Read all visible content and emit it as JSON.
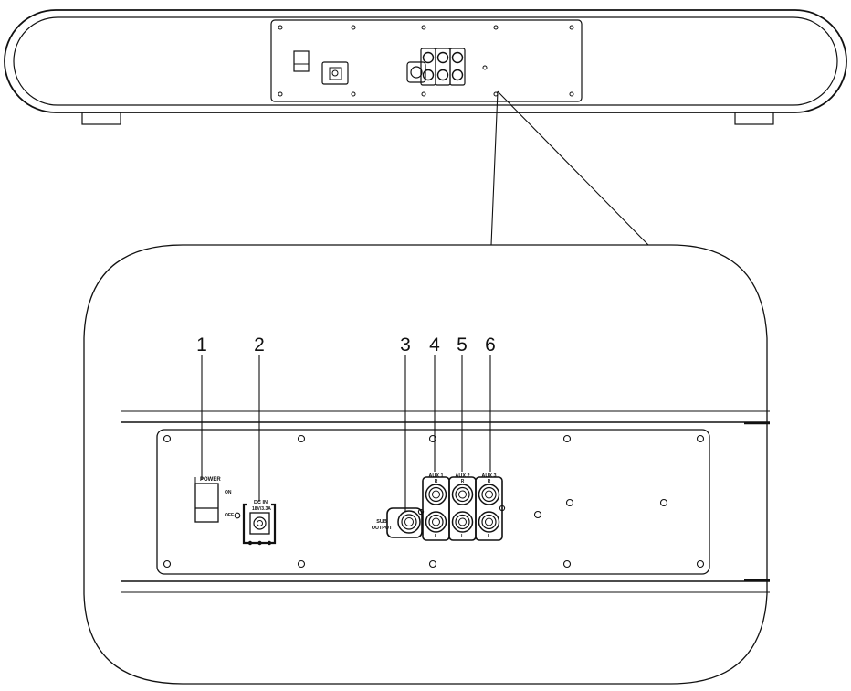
{
  "callouts": [
    "1",
    "2",
    "3",
    "4",
    "5",
    "6"
  ],
  "labels": {
    "power": "POWER",
    "on": "ON",
    "off": "OFF",
    "dc_in_line1": "DC IN",
    "dc_in_line2": "18V/3.3A",
    "sub_line1": "SUB",
    "sub_line2": "OUTPUT",
    "aux1": "AUX 1",
    "aux2": "AUX 2",
    "aux3": "AUX 3",
    "r": "R",
    "l": "L"
  }
}
